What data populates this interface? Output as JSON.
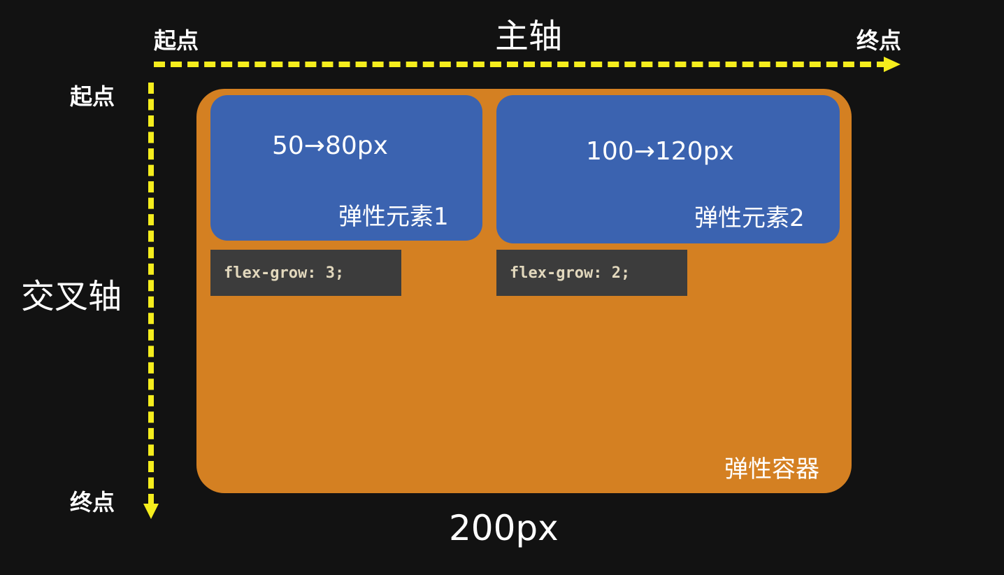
{
  "main_axis": {
    "title": "主轴",
    "start_label": "起点",
    "end_label": "终点"
  },
  "cross_axis": {
    "title": "交叉轴",
    "start_label": "起点",
    "end_label": "终点"
  },
  "container": {
    "name": "弹性容器",
    "width_label": "200px"
  },
  "items": [
    {
      "name": "弹性元素1",
      "size_label": "50→80px",
      "css": "flex-grow: 3;"
    },
    {
      "name": "弹性元素2",
      "size_label": "100→120px",
      "css": "flex-grow: 2;"
    }
  ],
  "colors": {
    "background": "#121212",
    "axis": "#f5ed1d",
    "container": "#d48022",
    "item": "#3b63b0",
    "code_box": "#3c3c3c"
  }
}
